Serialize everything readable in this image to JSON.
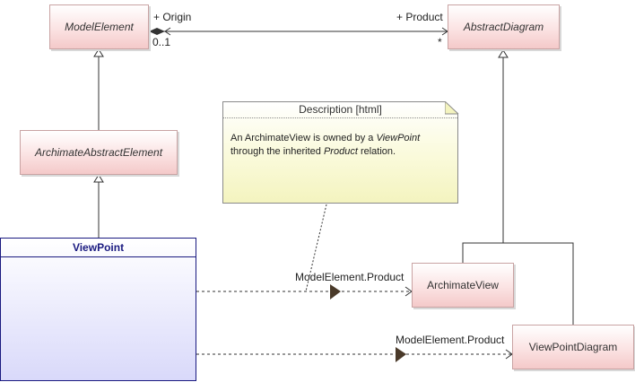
{
  "classes": {
    "model_element": "ModelElement",
    "abstract_diagram": "AbstractDiagram",
    "archimate_abstract_element": "ArchimateAbstractElement",
    "viewpoint": "ViewPoint",
    "archimate_view": "ArchimateView",
    "viewpoint_diagram": "ViewPointDiagram"
  },
  "association": {
    "origin_role": "+ Origin",
    "product_role": "+ Product",
    "origin_multiplicity": "0..1",
    "product_multiplicity": "*"
  },
  "note": {
    "title": "Description [html]",
    "text_1": "An ArchimateView is owned by a ",
    "text_2_italic": "ViewPoint",
    "text_3": " through the inherited ",
    "text_4_italic": "Product",
    "text_5": " relation."
  },
  "links": {
    "to_archimate_view": "ModelElement.Product",
    "to_viewpoint_diagram": "ModelElement.Product"
  }
}
